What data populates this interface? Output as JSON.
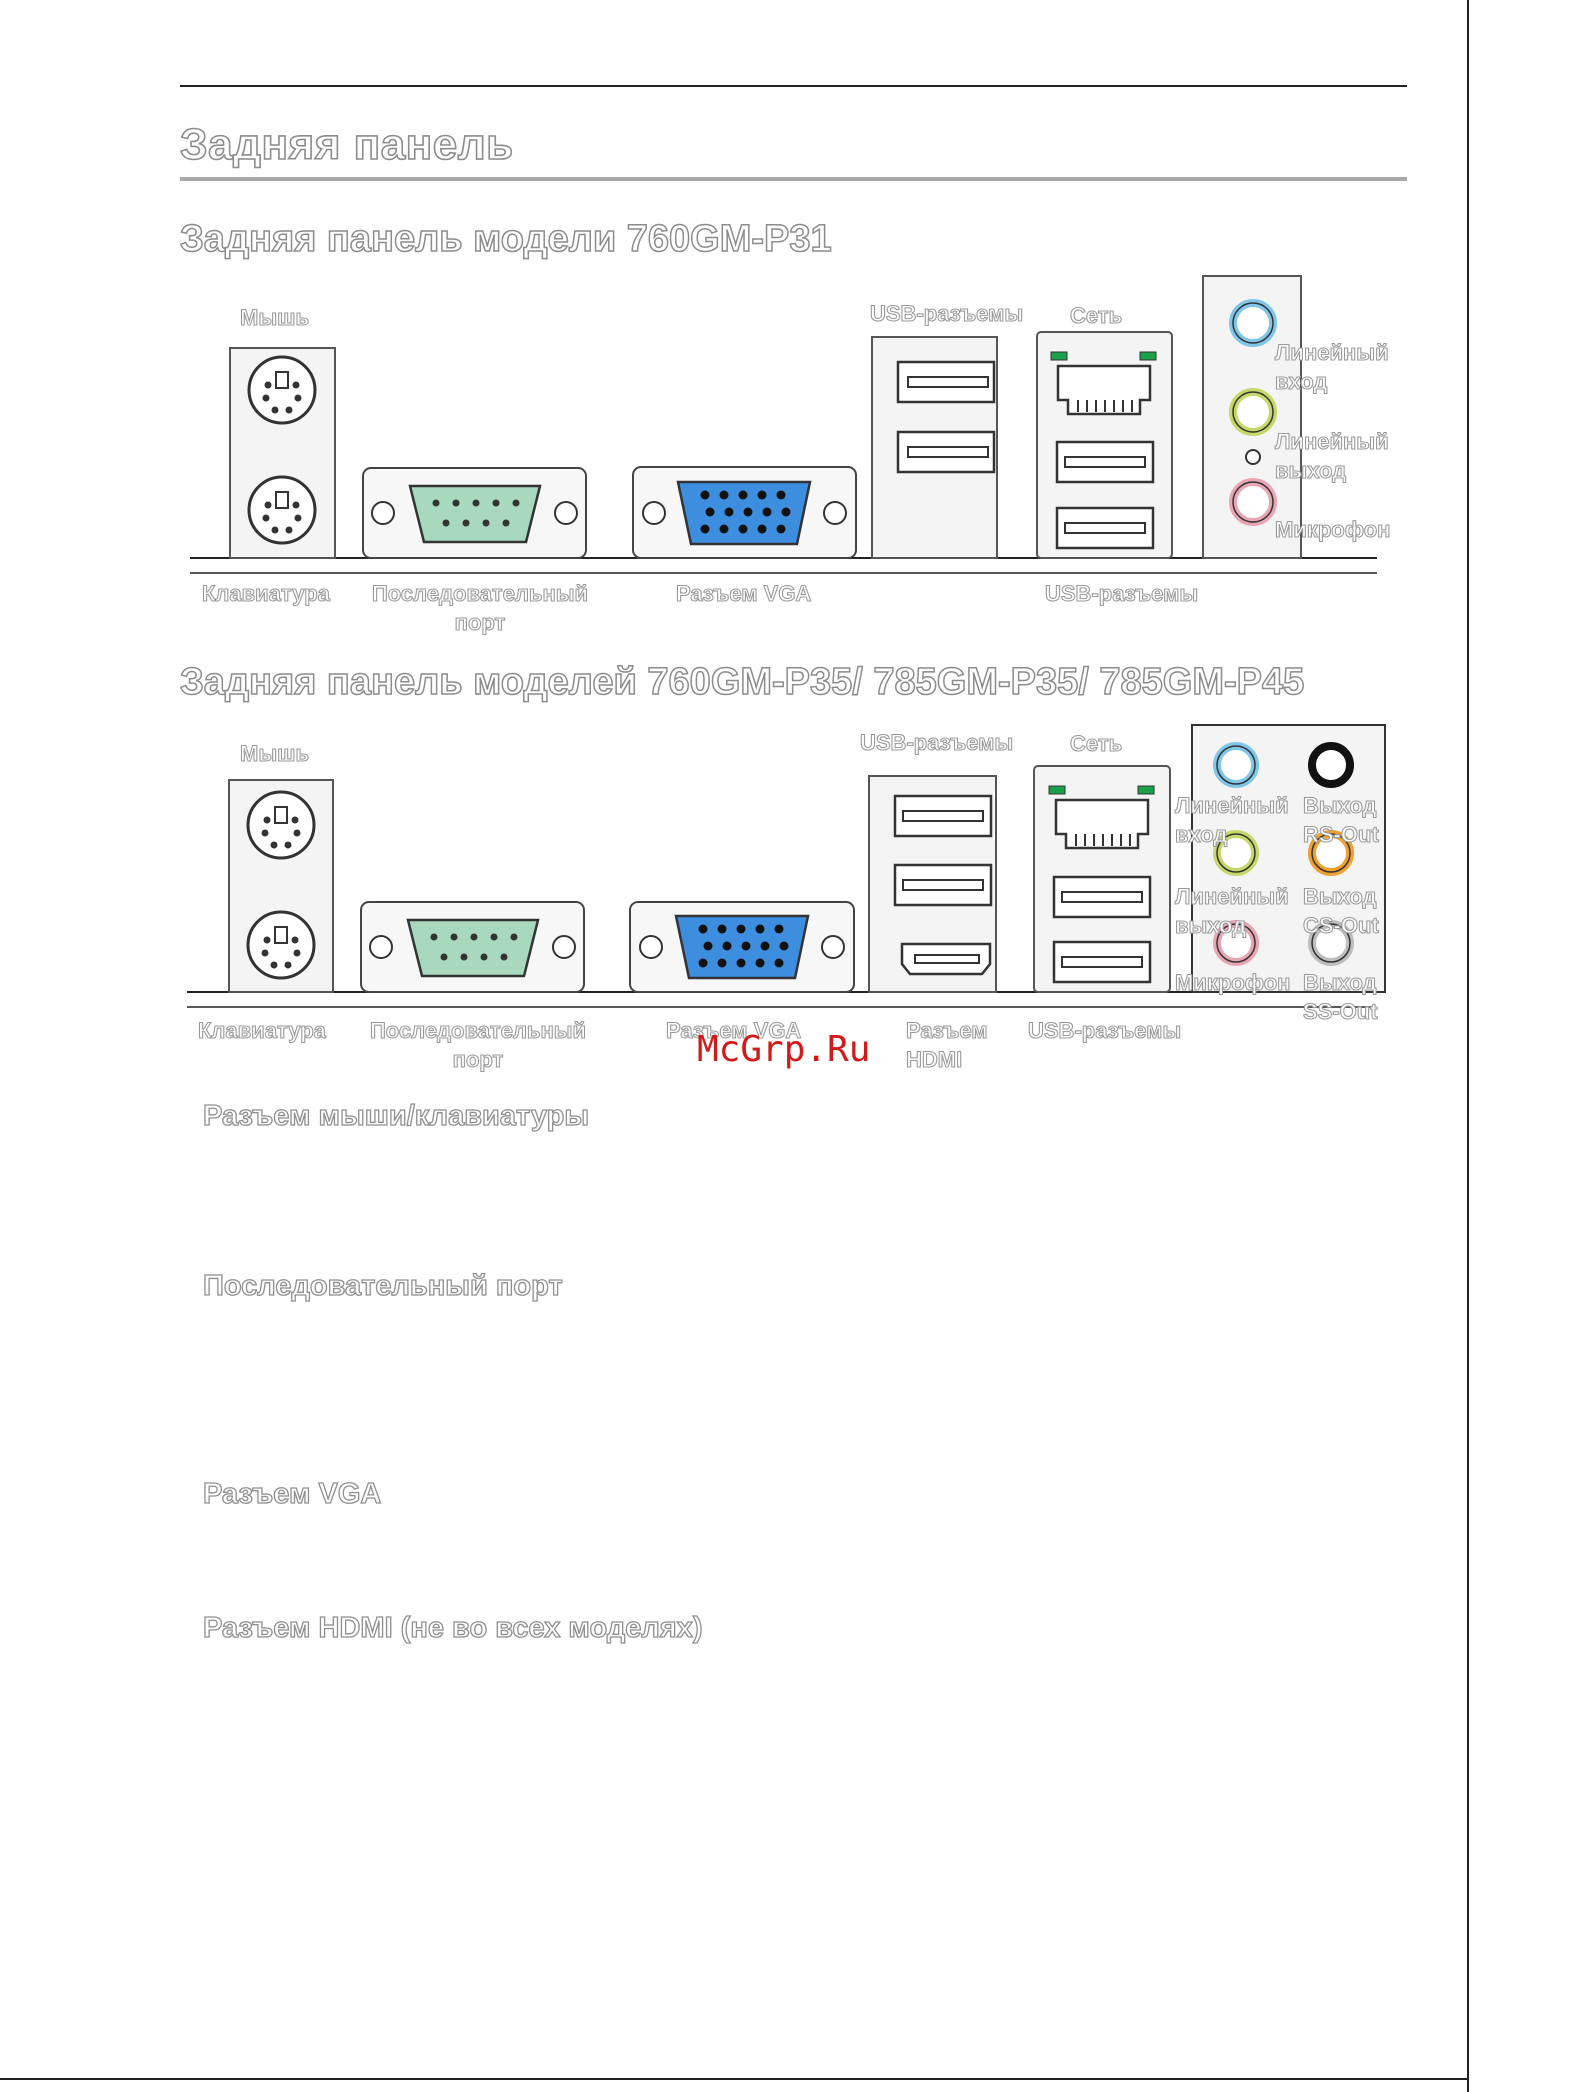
{
  "page": {
    "title": "Задняя панель",
    "watermark": "McGrp.Ru"
  },
  "panel_p31": {
    "heading": "Задняя панель модели 760GM-P31",
    "labels": {
      "mouse": "Мышь",
      "usb_top": "USB-разъемы",
      "lan": "Сеть",
      "line_in_1": "Линейный",
      "line_in_2": "вход",
      "line_out_1": "Линейный",
      "line_out_2": "выход",
      "mic": "Микрофон",
      "keyboard": "Клавиатура",
      "serial_1": "Последовательный",
      "serial_2": "порт",
      "vga": "Разъем VGA",
      "usb_bottom": "USB-разъемы"
    }
  },
  "panel_p35": {
    "heading": "Задняя панель моделей 760GM-P35/ 785GM-P35/ 785GM-P45",
    "labels": {
      "mouse": "Мышь",
      "usb_top": "USB-разъемы",
      "lan": "Сеть",
      "line_in_1": "Линейный",
      "line_in_2": "вход",
      "rs_out_1": "Выход",
      "rs_out_2": "RS-Out",
      "line_out_1": "Линейный",
      "line_out_2": "выход",
      "cs_out_1": "Выход",
      "cs_out_2": "CS-Out",
      "mic": "Микрофон",
      "ss_out_1": "Выход",
      "ss_out_2": "SS-Out",
      "keyboard": "Клавиатура",
      "serial_1": "Последовательный",
      "serial_2": "порт",
      "vga": "Разъем VGA",
      "hdmi_1": "Разъем",
      "hdmi_2": "HDMI",
      "usb_bottom": "USB-разъемы"
    }
  },
  "sections": [
    "Разъем мыши/клавиатуры",
    "Последовательный порт",
    "Разъем VGA",
    "Разъем HDMI (не во всех моделях)"
  ],
  "colors": {
    "line_in": "#7fc6e8",
    "line_out": "#c5d96a",
    "mic": "#e8a6b2",
    "rs_out": "#111111",
    "cs_out": "#f0a030",
    "ss_out": "#bdbdbd",
    "serial": "#4fae7c",
    "vga": "#1f6fc6",
    "lan_led": "#1aa14a"
  }
}
